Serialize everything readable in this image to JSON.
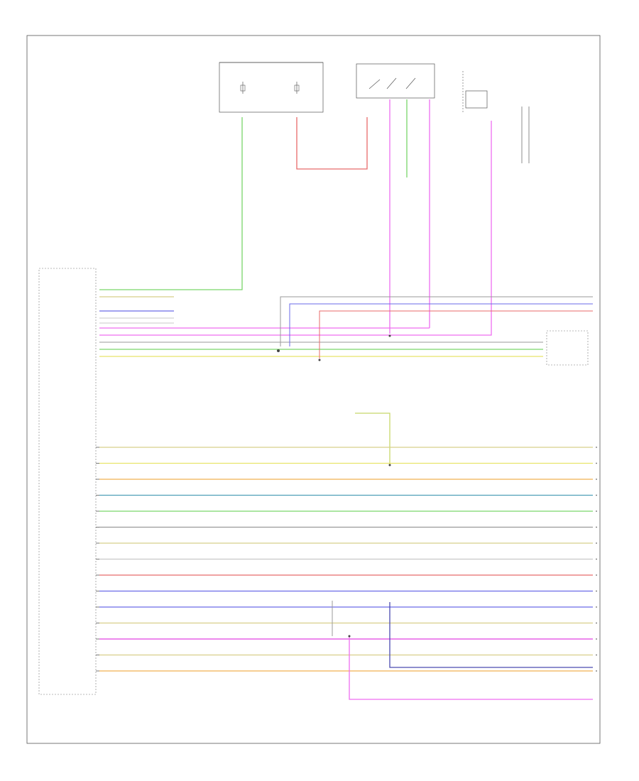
{
  "diagram": {
    "footer_code": "",
    "module_label": "",
    "components": [
      {
        "id": "fuse-block",
        "label": ""
      },
      {
        "id": "clutch-pedal-switch",
        "label": ""
      },
      {
        "id": "brake-switch",
        "label": ""
      },
      {
        "id": "shift-lever-module",
        "label": ""
      },
      {
        "id": "splice-junction",
        "label": ""
      }
    ],
    "colors": {
      "green": "#7ad66a",
      "blue_green": "#4f9fb8",
      "tan": "#d8cf8a",
      "blue": "#6a6ae8",
      "pink": "#ef6ef0",
      "magenta": "#e040e0",
      "yellow": "#e8e46a",
      "gray": "#9a9a9a",
      "red": "#e86a6a",
      "orange": "#f0b050",
      "navy": "#4a4ab0",
      "white_line": "#c8c8c8",
      "black": "#444444"
    },
    "harness_wires": [
      {
        "color": "tan"
      },
      {
        "color": "yellow"
      },
      {
        "color": "orange"
      },
      {
        "color": "blue_green"
      },
      {
        "color": "green"
      },
      {
        "color": "gray"
      },
      {
        "color": "tan"
      },
      {
        "color": "white_line"
      },
      {
        "color": "red"
      },
      {
        "color": "blue"
      },
      {
        "color": "blue"
      },
      {
        "color": "tan"
      },
      {
        "color": "magenta"
      },
      {
        "color": "tan"
      },
      {
        "color": "orange"
      }
    ]
  }
}
